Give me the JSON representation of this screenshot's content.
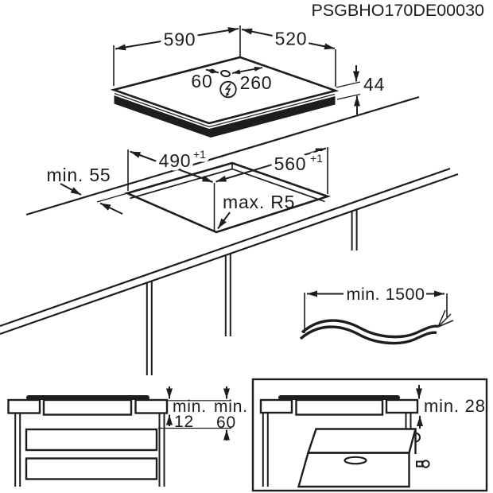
{
  "title": "PSGBHO170DE00030",
  "colors": {
    "ink": "#1d1d1b",
    "background": "#ffffff"
  },
  "hob_isometric": {
    "width_mm": "590",
    "depth_mm": "520",
    "height_mm": "44",
    "gland_offset_left_mm": "60",
    "gland_offset_right_mm": "260",
    "power_symbol": "lightning-in-circle"
  },
  "worktop_cutout": {
    "cutout_depth_mm": "490",
    "cutout_depth_tolerance": "+1",
    "cutout_width_mm": "560",
    "cutout_width_tolerance": "+1",
    "rear_clearance": "min. 55",
    "corner_radius": "max. R5"
  },
  "mains_cable": {
    "length": "min. 1500"
  },
  "section_view_drawers": {
    "clearance_below_hob": {
      "line1": "min.",
      "line2": "12"
    },
    "clearance_to_drawer": {
      "line1": "min.",
      "line2": "60"
    }
  },
  "section_view_oven": {
    "clearance_to_oven": "min. 28"
  }
}
